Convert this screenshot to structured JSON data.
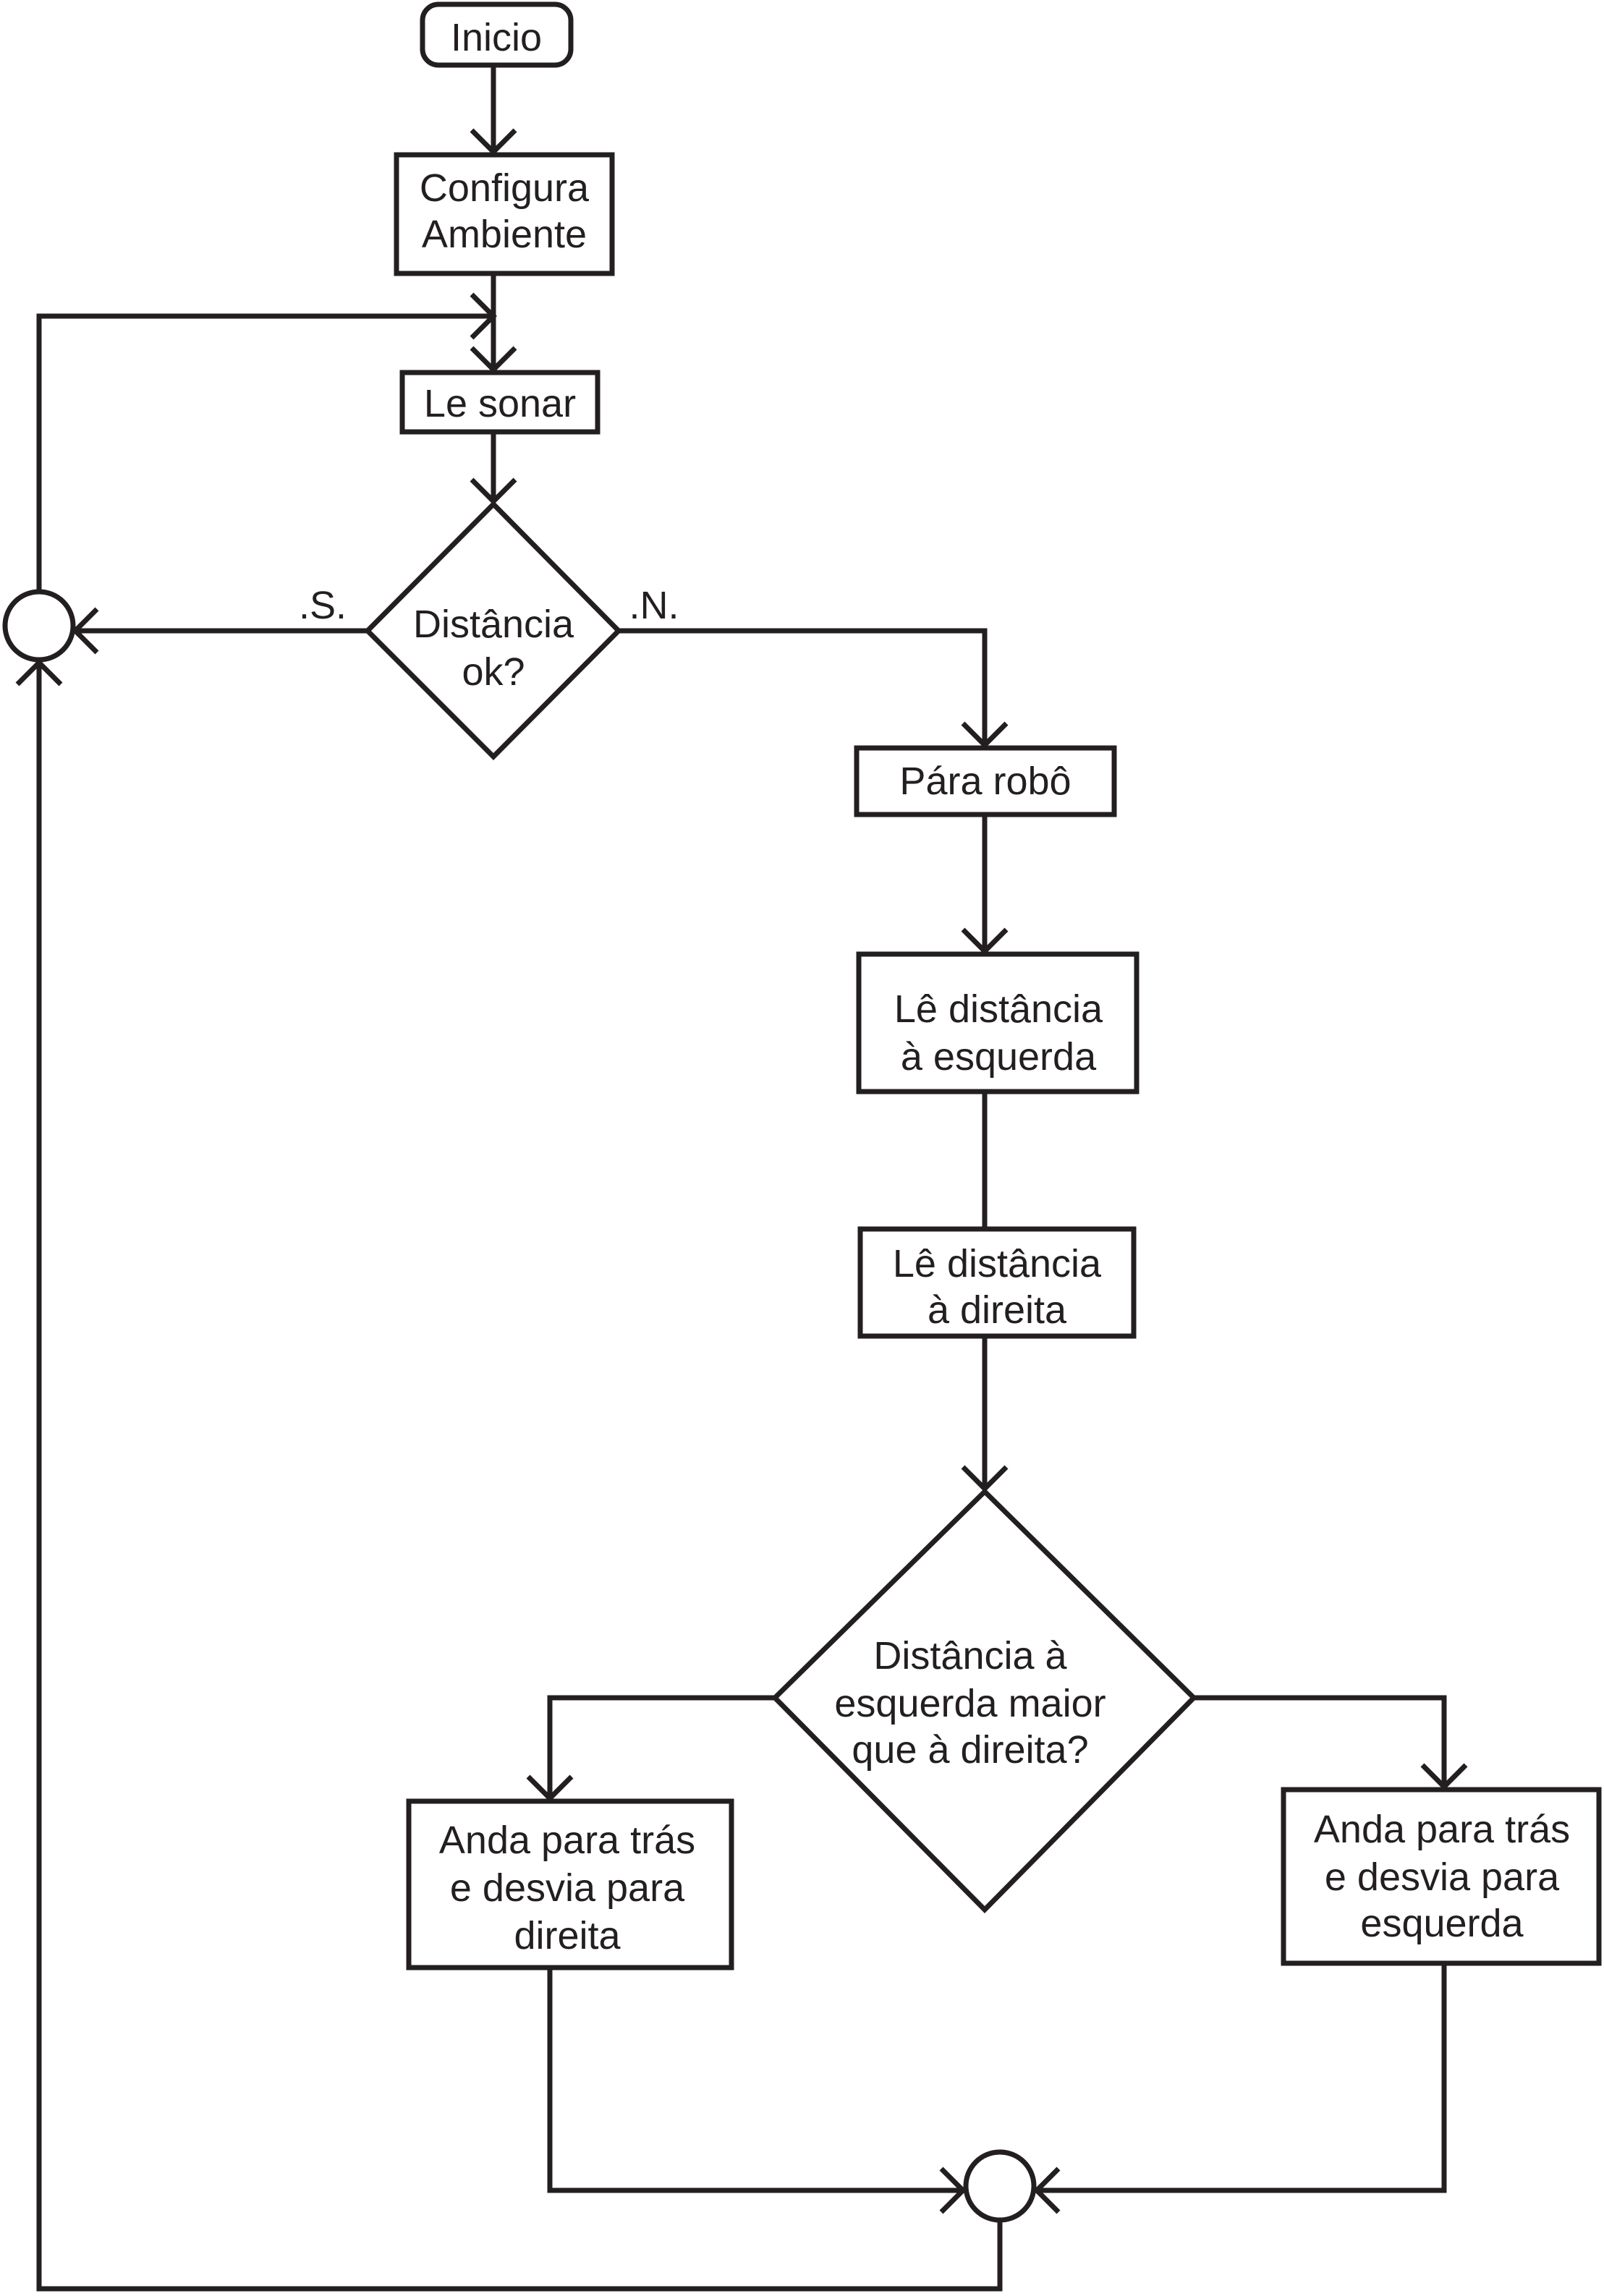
{
  "nodes": {
    "inicio": {
      "label": "Inicio",
      "shape": "terminal"
    },
    "configura": {
      "lines": [
        "Configura",
        "Ambiente"
      ],
      "shape": "process"
    },
    "le_sonar": {
      "label": "Le sonar",
      "shape": "process"
    },
    "distancia_ok": {
      "lines": [
        "Distância",
        "ok?"
      ],
      "shape": "decision"
    },
    "para_robo": {
      "label": "Pára robô",
      "shape": "process"
    },
    "le_esquerda": {
      "lines": [
        "Lê distância",
        "à esquerda"
      ],
      "shape": "process"
    },
    "le_direita": {
      "lines": [
        "Lê distância",
        "à direita"
      ],
      "shape": "process"
    },
    "compara": {
      "lines": [
        "Distância à",
        "esquerda maior",
        "que à direita?"
      ],
      "shape": "decision"
    },
    "desvia_direita": {
      "lines": [
        "Anda para trás",
        "e desvia para",
        "direita"
      ],
      "shape": "process"
    },
    "desvia_esquerda": {
      "lines": [
        "Anda para trás",
        "e desvia para",
        "esquerda"
      ],
      "shape": "process"
    }
  },
  "edge_labels": {
    "sim": ".S.",
    "nao": ".N."
  }
}
